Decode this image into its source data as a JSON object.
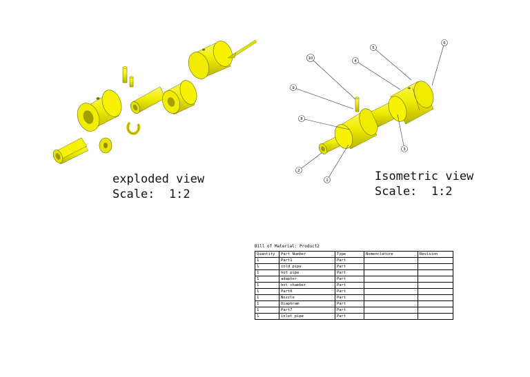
{
  "exploded_view": {
    "caption_line1": "exploded view",
    "caption_line2": "Scale:  1:2"
  },
  "isometric_view": {
    "caption_line1": "Isometric view",
    "caption_line2": "Scale:  1:2",
    "balloons": [
      "1",
      "2",
      "3",
      "4",
      "5",
      "6",
      "8",
      "9",
      "10"
    ]
  },
  "bom": {
    "title": "Bill of Material: Product2",
    "headers": [
      "Quantity",
      "Part Number",
      "Type",
      "Nomenclature",
      "Revision"
    ],
    "rows": [
      [
        "1",
        "Part1",
        "Part",
        "",
        ""
      ],
      [
        "1",
        "cold pipe",
        "Part",
        "",
        ""
      ],
      [
        "1",
        "hot pipe",
        "Part",
        "",
        ""
      ],
      [
        "1",
        "adapter",
        "Part",
        "",
        ""
      ],
      [
        "1",
        "hot chamber",
        "Part",
        "",
        ""
      ],
      [
        "1",
        "Part6",
        "Part",
        "",
        ""
      ],
      [
        "1",
        "Nozzle",
        "Part",
        "",
        ""
      ],
      [
        "1",
        "Diaphram",
        "Part",
        "",
        ""
      ],
      [
        "1",
        "Part7",
        "Part",
        "",
        ""
      ],
      [
        "1",
        "inlet pipe",
        "Part",
        "",
        ""
      ]
    ]
  },
  "colors": {
    "part_fill": "#f0ee00",
    "part_shade": "#c9c400",
    "part_dark": "#8f8a00",
    "edge": "#6b6600"
  }
}
